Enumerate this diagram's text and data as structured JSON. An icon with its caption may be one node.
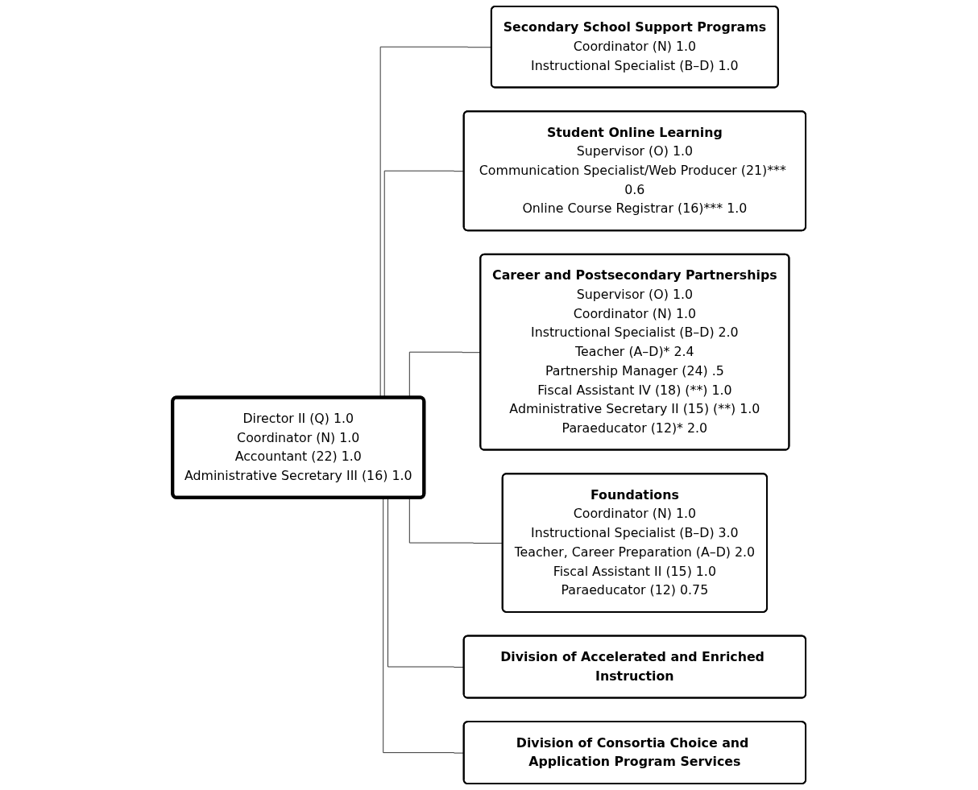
{
  "diagram": {
    "nodes": [
      {
        "text": [
          "Director II (Q) 1.0",
          "Coordinator (N) 1.0",
          "Accountant (22) 1.0",
          "Administrative Secretary III (16) 1.0"
        ]
      },
      {
        "text": [
          "Secondary School Support Programs",
          "Coordinator (N) 1.0",
          "Instructional Specialist (B–D) 1.0"
        ]
      },
      {
        "text": [
          "Student Online Learning",
          "Supervisor (O) 1.0",
          "Communication Specialist/Web Producer (21)*** 0.6",
          "Online Course Registrar (16)*** 1.0"
        ]
      },
      {
        "text": [
          "Career and Postsecondary Partnerships",
          "Supervisor (O) 1.0",
          "Coordinator (N) 1.0",
          "Instructional Specialist (B–D) 2.0",
          "Teacher (A–D)* 2.4",
          "Partnership Manager (24) .5",
          "Fiscal Assistant IV (18) (**) 1.0",
          "Administrative Secretary II (15) (**) 1.0",
          "Paraeducator (12)* 2.0"
        ]
      },
      {
        "text": [
          "Foundations",
          "Coordinator (N) 1.0",
          "Instructional Specialist (B–D) 3.0",
          "Teacher, Career Preparation (A–D) 2.0",
          "Fiscal Assistant II (15) 1.0",
          "Paraeducator (12) 0.75"
        ]
      },
      {
        "text": [
          "Division of Accelerated and Enriched Instruction"
        ]
      },
      {
        "text": [
          "Division of Consortia Choice and Application Program Services"
        ]
      }
    ],
    "edges": [
      {
        "from": 0,
        "to": 1,
        "arrow": "none"
      },
      {
        "from": 0,
        "to": 2,
        "arrow": "none"
      },
      {
        "from": 0,
        "to": 3,
        "arrow": "none"
      },
      {
        "from": 0,
        "to": 4,
        "arrow": "none"
      },
      {
        "from": 0,
        "to": 5,
        "arrow": "none"
      },
      {
        "from": 0,
        "to": 6,
        "arrow": "none"
      }
    ]
  }
}
